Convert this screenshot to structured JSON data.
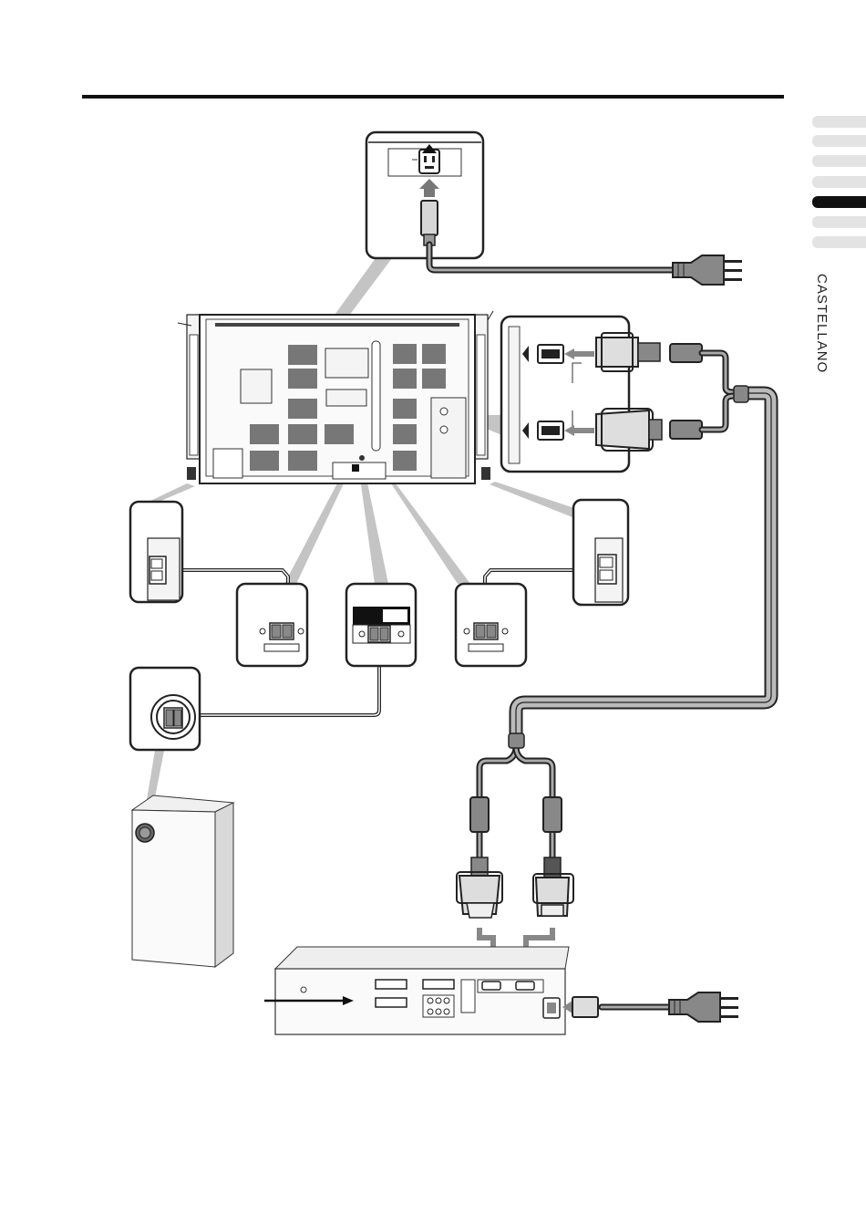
{
  "page": {
    "language_label": "CASTELLANO",
    "side_tabs": [
      {
        "active": false
      },
      {
        "active": false
      },
      {
        "active": false
      },
      {
        "active": false
      },
      {
        "active": true
      },
      {
        "active": false
      },
      {
        "active": false
      }
    ]
  },
  "colors": {
    "ink": "#222222",
    "cable": "#9a9a9a",
    "fill_light": "#f2f2f2",
    "callout": "#bdbdbd",
    "active_tab": "#111111"
  },
  "components": [
    "top-rule",
    "power-inlet-callout",
    "display-panel",
    "right-speaker-bracket",
    "left-speaker-bracket",
    "speaker-terminal-callouts",
    "subwoofer-terminal-callout",
    "subwoofer",
    "rgb-dvi-callout",
    "y-cable",
    "media-receiver",
    "ac-plugs",
    "signal-arrow"
  ]
}
